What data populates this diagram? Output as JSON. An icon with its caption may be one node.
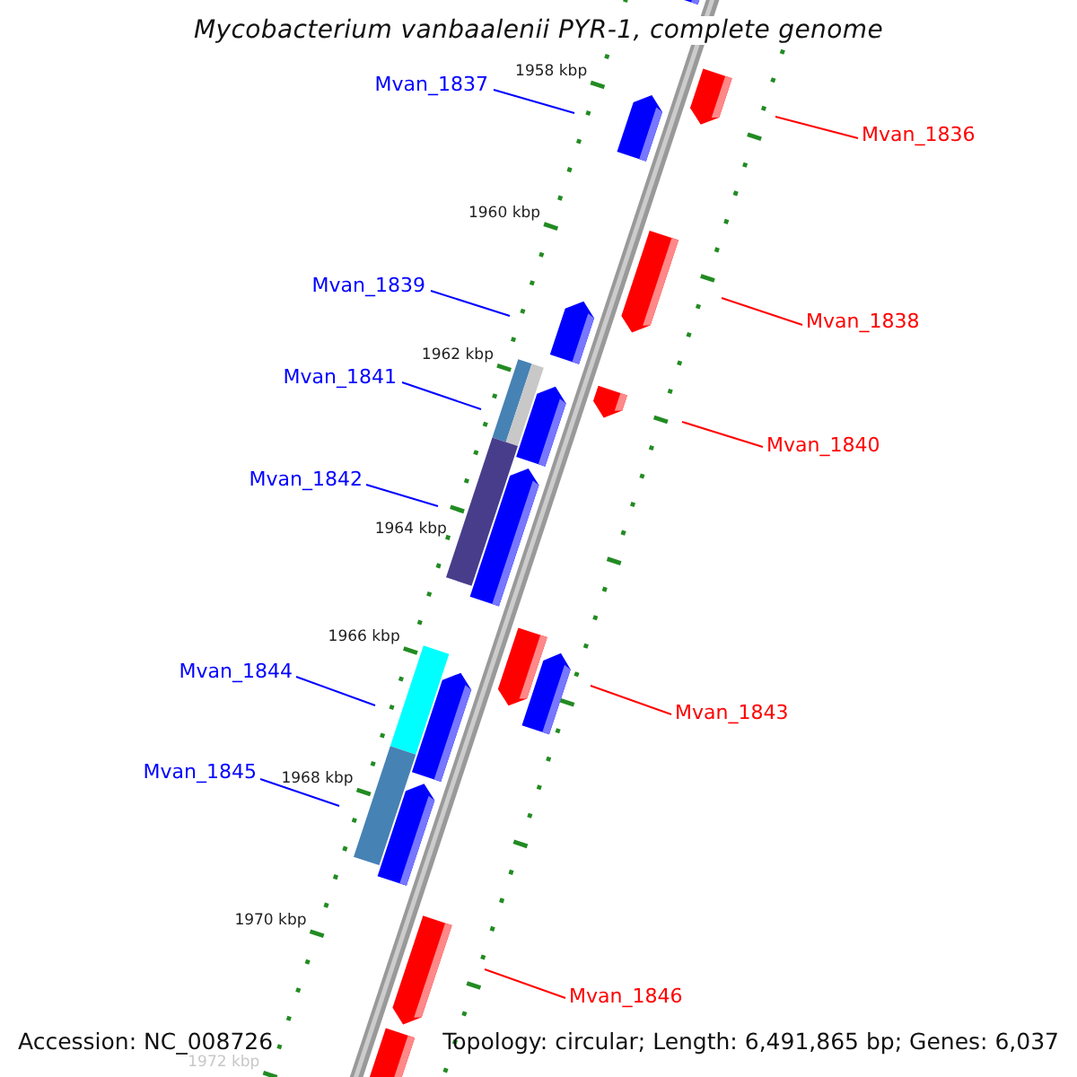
{
  "diagram": {
    "title": "Mycobacterium vanbaalenii PYR-1, complete genome",
    "nodes": [
      {
        "text": [
          "Mvan_1837"
        ]
      },
      {
        "text": [
          "Mvan_1836"
        ]
      },
      {
        "text": [
          "Mvan_1839"
        ]
      },
      {
        "text": [
          "Mvan_1838"
        ]
      },
      {
        "text": [
          "Mvan_1841"
        ]
      },
      {
        "text": [
          "Mvan_1840"
        ]
      },
      {
        "text": [
          "Mvan_1842"
        ]
      },
      {
        "text": [
          "Mvan_1844"
        ]
      },
      {
        "text": [
          "Mvan_1843"
        ]
      },
      {
        "text": [
          "Mvan_1845"
        ]
      },
      {
        "text": [
          "Mvan_1846"
        ]
      }
    ],
    "edges": [
      {
        "from": 0,
        "to": null,
        "arrow": "none"
      },
      {
        "from": 1,
        "to": null,
        "arrow": "none",
        "color": "#ff0000"
      },
      {
        "from": 2,
        "to": null,
        "arrow": "none"
      },
      {
        "from": 3,
        "to": null,
        "arrow": "none",
        "color": "#ff0000"
      },
      {
        "from": 4,
        "to": null,
        "arrow": "none"
      },
      {
        "from": 5,
        "to": null,
        "arrow": "none",
        "color": "#ff0000"
      },
      {
        "from": 6,
        "to": null,
        "arrow": "none"
      },
      {
        "from": 7,
        "to": null,
        "arrow": "none"
      },
      {
        "from": 8,
        "to": null,
        "arrow": "none",
        "color": "#ff0000"
      },
      {
        "from": 9,
        "to": null,
        "arrow": "none"
      },
      {
        "from": 10,
        "to": null,
        "arrow": "none",
        "color": "#ff0000"
      }
    ],
    "labels": [
      "1958 kbp",
      "1960 kbp",
      "1962 kbp",
      "1964 kbp",
      "1966 kbp",
      "1968 kbp",
      "1970 kbp",
      "1972 kbp",
      "Accession: NC_008726",
      "Topology: circular; Length: 6,491,865 bp; Genes: 6,037"
    ]
  }
}
